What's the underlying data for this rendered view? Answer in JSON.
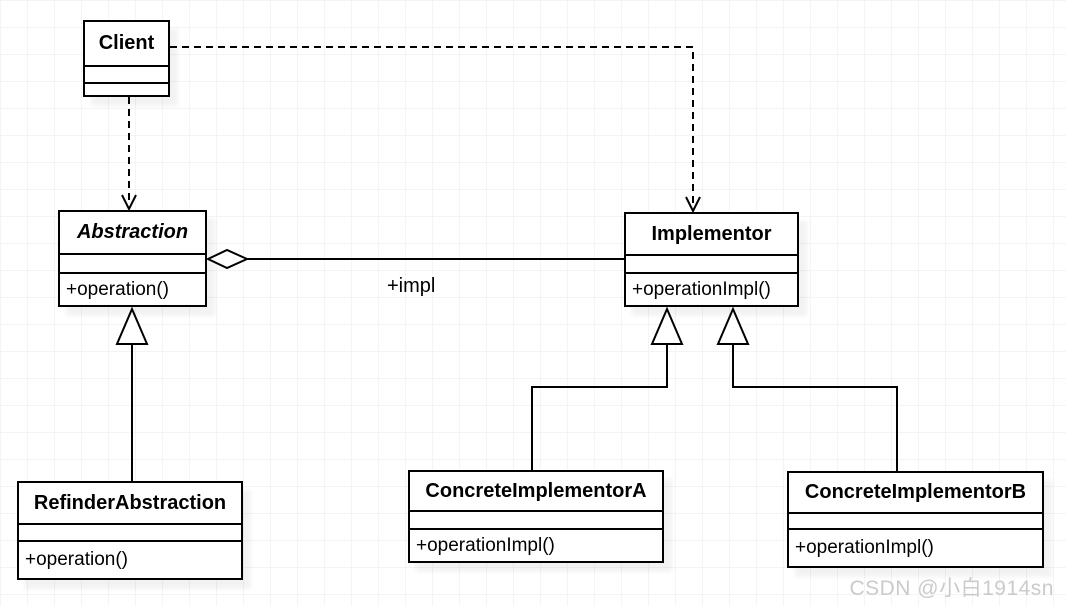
{
  "diagram": {
    "type": "uml-class-diagram",
    "pattern": "Bridge",
    "watermark": "CSDN @小白1914sn",
    "colors": {
      "background": "#ffffff",
      "grid_line": "#f4f4f4",
      "stroke": "#000000",
      "box_fill": "#ffffff",
      "text": "#000000",
      "watermark": "#cbcbcb"
    },
    "classes": {
      "client": {
        "name": "Client",
        "abstract": false,
        "attributes": [],
        "methods": []
      },
      "abstraction": {
        "name": "Abstraction",
        "abstract": true,
        "attributes": [],
        "methods": [
          "+operation()"
        ]
      },
      "implementor": {
        "name": "Implementor",
        "abstract": false,
        "attributes": [],
        "methods": [
          "+operationImpl()"
        ]
      },
      "refinderAbstraction": {
        "name": "RefinderAbstraction",
        "abstract": false,
        "attributes": [],
        "methods": [
          "+operation()"
        ]
      },
      "concreteImplementorA": {
        "name": "ConcreteImplementorA",
        "abstract": false,
        "attributes": [],
        "methods": [
          "+operationImpl()"
        ]
      },
      "concreteImplementorB": {
        "name": "ConcreteImplementorB",
        "abstract": false,
        "attributes": [],
        "methods": [
          "+operationImpl()"
        ]
      }
    },
    "labels": {
      "impl": "+impl"
    },
    "relationships": [
      {
        "from": "Client",
        "to": "Abstraction",
        "type": "dependency",
        "line": "dashed",
        "arrowhead": "open"
      },
      {
        "from": "Client",
        "to": "Implementor",
        "type": "dependency",
        "line": "dashed",
        "arrowhead": "open"
      },
      {
        "from": "Abstraction",
        "to": "Implementor",
        "type": "aggregation",
        "line": "solid",
        "arrowhead": "hollow-diamond-at-abstraction",
        "label": "+impl"
      },
      {
        "from": "RefinderAbstraction",
        "to": "Abstraction",
        "type": "generalization",
        "line": "solid",
        "arrowhead": "hollow-triangle"
      },
      {
        "from": "ConcreteImplementorA",
        "to": "Implementor",
        "type": "generalization",
        "line": "solid",
        "arrowhead": "hollow-triangle"
      },
      {
        "from": "ConcreteImplementorB",
        "to": "Implementor",
        "type": "generalization",
        "line": "solid",
        "arrowhead": "hollow-triangle"
      }
    ]
  }
}
